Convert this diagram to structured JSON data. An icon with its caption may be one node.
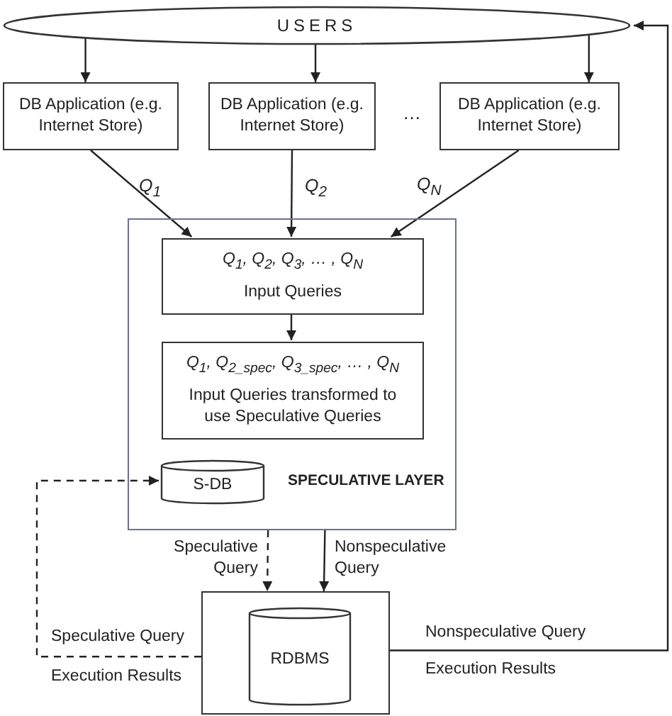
{
  "diagram": {
    "nodes": [
      {
        "text": [
          "USERS"
        ]
      },
      {
        "text": [
          "DB Application (e.g. Internet Store)"
        ]
      },
      {
        "text": [
          "DB Application (e.g. Internet Store)"
        ]
      },
      {
        "text": [
          "DB Application (e.g. Internet Store)"
        ]
      },
      {
        "text": [
          "SPECULATIVE LAYER"
        ]
      },
      {
        "text": [
          "Q$_{1}$, Q$_{2}$, Q$_{3}$, … , Q$_{N}$",
          "Input Queries"
        ],
        "in": 4
      },
      {
        "text": [
          "Q$_{1}$, Q$_{2_spec}$, Q$_{3_spec}$, … , Q$_{N}$",
          "Input Queries transformed to use Speculative Queries"
        ],
        "in": 4
      },
      {
        "text": [
          "S-DB"
        ],
        "in": 4
      },
      {
        "text": [],
        "shape": "box"
      },
      {
        "text": [
          "RDBMS"
        ],
        "in": 8
      }
    ],
    "edges": [
      {
        "from": 0,
        "to": 1,
        "arrow": "to"
      },
      {
        "from": 0,
        "to": 2,
        "arrow": "to"
      },
      {
        "from": 0,
        "to": 3,
        "arrow": "to"
      },
      {
        "from": 1,
        "to": 5,
        "arrow": "to",
        "label": "Q$_{1}$"
      },
      {
        "from": 2,
        "to": 5,
        "arrow": "to",
        "label": "Q$_{2}$"
      },
      {
        "from": 3,
        "to": 5,
        "arrow": "to",
        "label": "Q$_{N}$"
      },
      {
        "from": 5,
        "to": 6,
        "arrow": "to"
      },
      {
        "from": 4,
        "to": 8,
        "arrow": "to",
        "style": "dashed",
        "label": "Speculative Query"
      },
      {
        "from": 4,
        "to": 8,
        "arrow": "to",
        "label": "Nonspeculative Query"
      },
      {
        "from": 8,
        "to": 7,
        "arrow": "to",
        "style": "dashed",
        "label": "Speculative Query Execution Results"
      },
      {
        "from": 8,
        "to": 0,
        "arrow": "to",
        "label": "Nonspeculative Query Execution Results"
      }
    ],
    "labels": [
      "…"
    ]
  }
}
